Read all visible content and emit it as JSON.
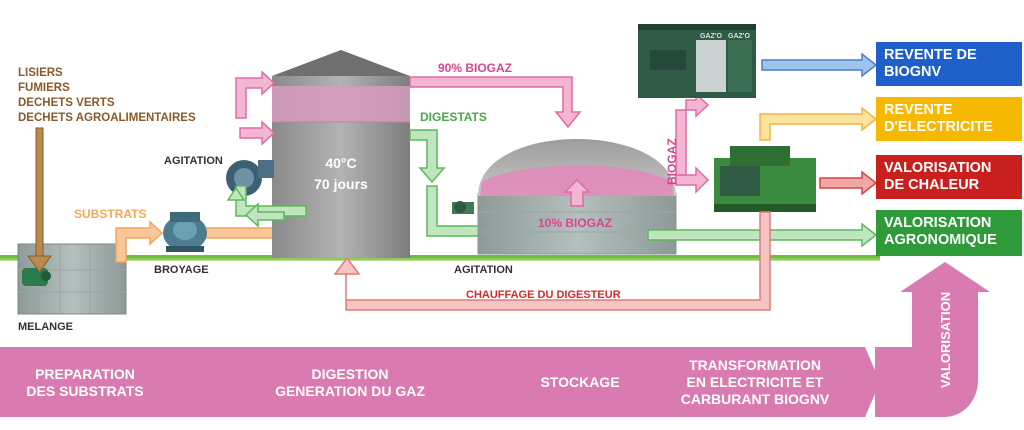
{
  "inputs": {
    "lines": [
      "LISIERS",
      "FUMIERS",
      "DECHETS VERTS",
      "DECHETS AGROALIMENTAIRES"
    ]
  },
  "labels": {
    "substrats": "SUBSTRATS",
    "broyage": "BROYAGE",
    "melange": "MELANGE",
    "agitation_left": "AGITATION",
    "agitation_bottom": "AGITATION",
    "biogaz_90": "90% BIOGAZ",
    "digestats": "DIGESTATS",
    "biogaz_10": "10% BIOGAZ",
    "biogaz_vertical": "BIOGAZ",
    "chauffage": "CHAUFFAGE DU DIGESTEUR",
    "digester_temp": "40°C",
    "digester_days": "70 jours",
    "container_tag1": "GAZ'O",
    "container_tag2": "GAZ'O"
  },
  "outputs": [
    {
      "lines": [
        "REVENTE DE",
        "BIOGNV"
      ],
      "color": "#1f5fc9"
    },
    {
      "lines": [
        "REVENTE",
        "D'ELECTRICITE"
      ],
      "color": "#f6b800"
    },
    {
      "lines": [
        "VALORISATION",
        "DE CHALEUR"
      ],
      "color": "#c9201e"
    },
    {
      "lines": [
        "VALORISATION",
        "AGRONOMIQUE"
      ],
      "color": "#2f9a3a"
    }
  ],
  "stages": {
    "preparation": [
      "PREPARATION",
      "DES SUBSTRATS"
    ],
    "digestion": [
      "DIGESTION",
      "GENERATION DU GAZ"
    ],
    "stockage": [
      "STOCKAGE"
    ],
    "transformation": [
      "TRANSFORMATION",
      "EN ELECTRICITE ET",
      "CARBURANT BIOGNV"
    ],
    "valorisation": "VALORISATION"
  },
  "colors": {
    "pink": "#e06aa6",
    "band": "#d97ab0",
    "orange": "#f2a75b",
    "green": "#5cb85c",
    "brown": "#8b5a2b",
    "red_text": "#d42a2a"
  }
}
